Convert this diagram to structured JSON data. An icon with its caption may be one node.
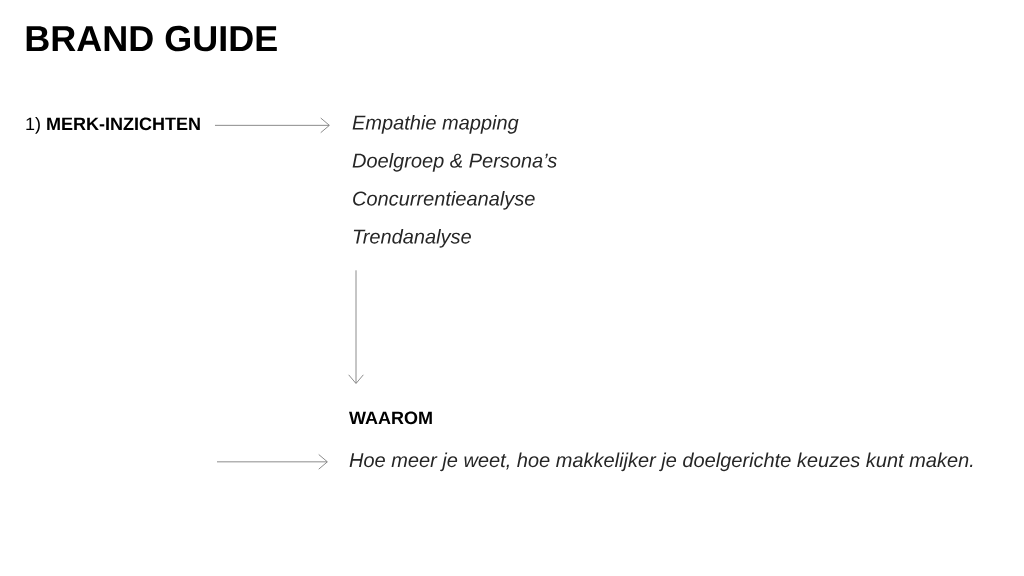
{
  "diagram": {
    "title": "BRAND GUIDE",
    "nodes": [
      {
        "text": [
          "1) **MERK-INZICHTEN**"
        ]
      },
      {
        "text": [
          "Empathie mapping",
          "Doelgroep & Persona’s",
          "Concurrentieanalyse",
          "Trendanalyse"
        ]
      },
      {
        "text": [
          "WAAROM"
        ]
      },
      {
        "text": [
          "Hoe meer je weet, hoe makkelijker je doelgerichte keuzes kunt maken."
        ]
      }
    ],
    "edges": [
      {
        "from": 0,
        "to": 1,
        "arrow": "to"
      },
      {
        "from": 1,
        "to": 2,
        "arrow": "to"
      },
      {
        "from": null,
        "to": 3,
        "arrow": "to"
      }
    ]
  }
}
